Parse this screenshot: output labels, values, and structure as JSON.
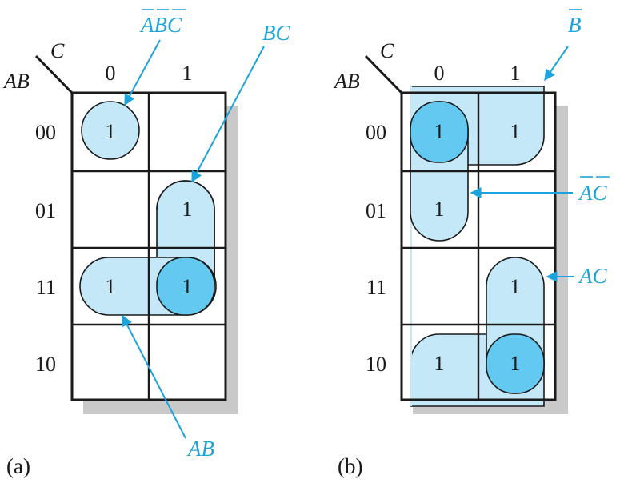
{
  "colors": {
    "grid": "#1a1a1a",
    "shadow": "#c9c9ca",
    "loop_fill": "#c4e8f8",
    "overlap_fill": "#63c9f1",
    "accent": "#1ba3dc"
  },
  "axis_labels": {
    "row_var": "AB",
    "col_var": "C"
  },
  "col_headers": [
    "0",
    "1"
  ],
  "row_headers": [
    "00",
    "01",
    "11",
    "10"
  ],
  "map_a": {
    "caption": "(a)",
    "cells": [
      [
        "1",
        ""
      ],
      [
        "",
        "1"
      ],
      [
        "1",
        "1"
      ],
      [
        "",
        ""
      ]
    ],
    "terms": {
      "abc": {
        "text": "ABC",
        "overbars": [
          "A",
          "B",
          "C"
        ]
      },
      "bc": {
        "text": "BC"
      },
      "ab": {
        "text": "AB"
      }
    }
  },
  "map_b": {
    "caption": "(b)",
    "cells": [
      [
        "1",
        "1"
      ],
      [
        "1",
        ""
      ],
      [
        "",
        "1"
      ],
      [
        "1",
        "1"
      ]
    ],
    "terms": {
      "b_bar": {
        "text": "B",
        "overbars": [
          "B"
        ]
      },
      "ac_bar": {
        "text": "AC",
        "overbars": [
          "A",
          "C"
        ]
      },
      "ac": {
        "text": "AC"
      }
    }
  }
}
